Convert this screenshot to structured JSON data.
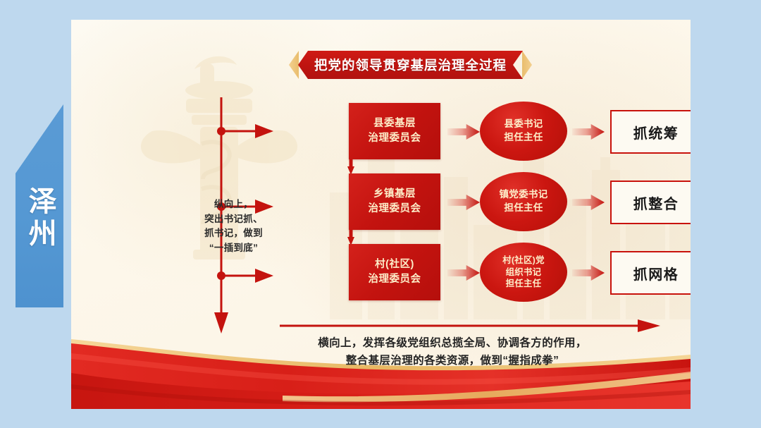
{
  "page": {
    "outer_background": "#bed8ee",
    "slide_background": "#fdf8ee",
    "accent_red": "#c4130e",
    "accent_gold": "#e9bd6c",
    "accent_blue": "#5a9bd5"
  },
  "side_banner": {
    "text": "泽州"
  },
  "title": {
    "text": "把党的领导贯穿基层治理全过程"
  },
  "left_caption": {
    "lines": [
      "纵向上，",
      "突出书记抓、",
      "抓书记，做到",
      "“一插到底”"
    ]
  },
  "rows": [
    {
      "committee": "县委基层\n治理委员会",
      "leader": "县委书记\n担任主任",
      "outcome": "抓统筹"
    },
    {
      "committee": "乡镇基层\n治理委员会",
      "leader": "镇党委书记\n担任主任",
      "outcome": "抓整合"
    },
    {
      "committee": "村(社区)\n治理委员会",
      "leader": "村(社区)党\n组织书记\n担任主任",
      "outcome": "抓网格"
    }
  ],
  "bottom_caption": {
    "lines": [
      "横向上，发挥各级党组织总揽全局、协调各方的作用，",
      "整合基层治理的各类资源，做到“握指成拳”"
    ]
  },
  "icons": {
    "vertical_axis": "down-arrow-axis-icon",
    "horizontal_axis": "right-arrow-axis-icon",
    "flow_arrow": "gradient-right-arrow-icon",
    "connector": "down-connector-arrow-icon",
    "watermark_column": "huabiao-column-watermark-icon",
    "watermark_skyline": "city-skyline-watermark-icon",
    "ribbon": "red-ribbon-decoration-icon",
    "banner_chevron": "gold-chevron-icon"
  }
}
